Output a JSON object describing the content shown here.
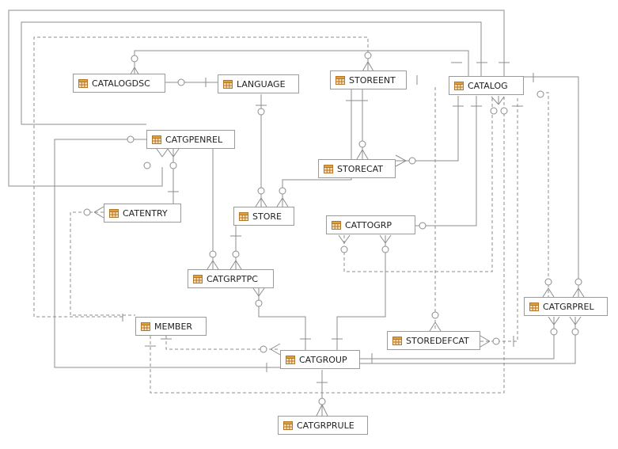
{
  "diagram": {
    "icon": "table-icon",
    "colors": {
      "line": "#8c8c8c",
      "icon_header": "#e1a13a",
      "icon_cell": "#f6dfb5",
      "icon_border": "#b5762a"
    },
    "entities": {
      "catalogdsc": "CATALOGDSC",
      "language": "LANGUAGE",
      "storeent": "STOREENT",
      "catalog": "CATALOG",
      "catgpenrel": "CATGPENREL",
      "storecat": "STORECAT",
      "catentry": "CATENTRY",
      "store": "STORE",
      "cattogrp": "CATTOGRP",
      "catgrptpc": "CATGRPTPC",
      "catgrprel": "CATGRPREL",
      "member": "MEMBER",
      "storedefcat": "STOREDEFCAT",
      "catgroup": "CATGROUP",
      "catgrprule": "CATGRPRULE"
    }
  }
}
